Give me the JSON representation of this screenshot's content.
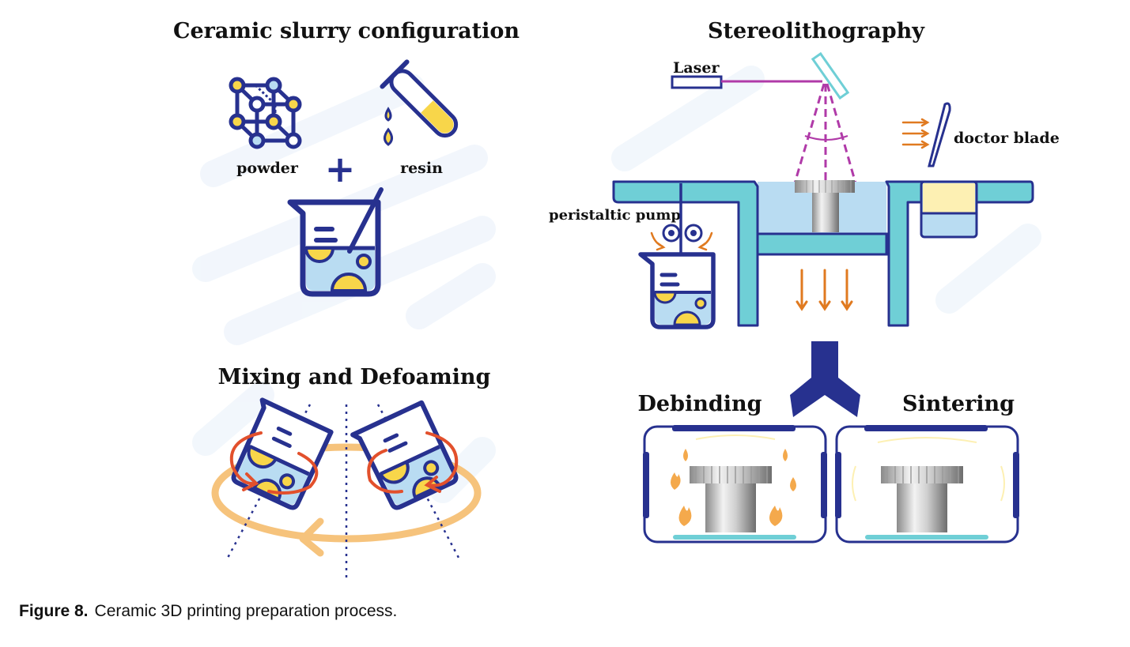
{
  "panels": {
    "slurry": {
      "title": "Ceramic slurry configuration",
      "powder_label": "powder",
      "resin_label": "resin",
      "plus_sign": "+"
    },
    "sla": {
      "title": "Stereolithography",
      "laser_label": "Laser",
      "doctor_blade_label": "doctor blade",
      "pump_label": "peristaltic pump"
    },
    "mixing": {
      "title": "Mixing and Defoaming"
    },
    "debinding": {
      "title": "Debinding"
    },
    "sintering": {
      "title": "Sintering"
    }
  },
  "caption": {
    "number": "Figure 8.",
    "text": "Ceramic 3D printing preparation process."
  },
  "colors": {
    "navy": "#27318f",
    "cyan": "#6fcfd6",
    "light_blue": "#b9dcf2",
    "yellow": "#f8d64a",
    "laser": "#b03aa8",
    "orange": "#e07a20",
    "rotation_red": "#e2502c",
    "orbit": "#f6c37c",
    "pale_cream": "#fdf0b3"
  }
}
